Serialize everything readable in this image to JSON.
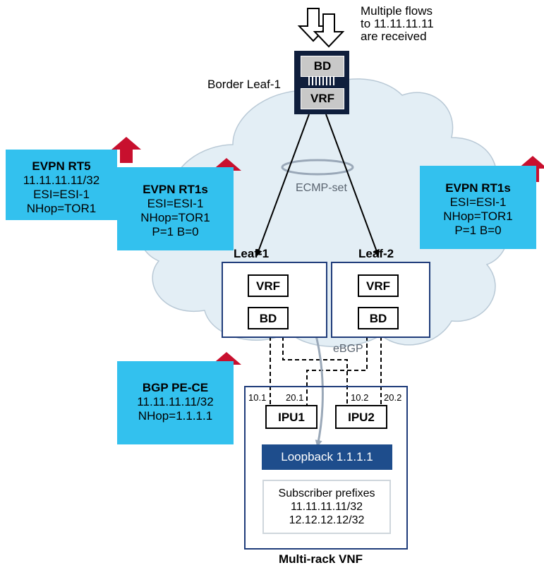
{
  "flows_note": [
    "Multiple flows",
    "to 11.11.11.11",
    "are received"
  ],
  "border_leaf": {
    "label": "Border Leaf-1",
    "bd": "BD",
    "vrf": "VRF"
  },
  "ecmp_label": "ECMP-set",
  "ebgp_label": "eBGP",
  "leaf1": {
    "label": "Leaf-1",
    "vrf": "VRF",
    "bd": "BD"
  },
  "leaf2": {
    "label": "Leaf-2",
    "vrf": "VRF",
    "bd": "BD"
  },
  "evpn_rt5": {
    "title": "EVPN RT5",
    "lines": [
      "11.11.11.11/32",
      "ESI=ESI-1",
      "NHop=TOR1"
    ]
  },
  "evpn_rt1s_left": {
    "title": "EVPN RT1s",
    "lines": [
      "ESI=ESI-1",
      "NHop=TOR1",
      "P=1 B=0"
    ]
  },
  "evpn_rt1s_right": {
    "title": "EVPN RT1s",
    "lines": [
      "ESI=ESI-1",
      "NHop=TOR1",
      "P=1 B=0"
    ]
  },
  "bgp_pece": {
    "title": "BGP PE-CE",
    "lines": [
      "11.11.11.11/32",
      "NHop=1.1.1.1"
    ]
  },
  "vnf": {
    "label": "Multi-rack VNF",
    "ipu1": "IPU1",
    "ipu2": "IPU2",
    "port_labels": [
      "10.1",
      "20.1",
      "10.2",
      "20.2"
    ],
    "loopback": "Loopback 1.1.1.1",
    "subscriber_title": "Subscriber prefixes",
    "subscriber_prefixes": [
      "11.11.11.11/32",
      "12.12.12.12/32"
    ]
  },
  "colors": {
    "cloud": "#e3eef5",
    "info_box": "#33c1ee",
    "arrow_up": "#c8102e",
    "loopback": "#1e4d8c",
    "navy": "#1f3c7a",
    "border_leaf": "#0f1e3c"
  },
  "icons": {
    "flow_arrows": "double-down-arrow-icon",
    "upload_arrow": "red-up-arrow-icon"
  }
}
